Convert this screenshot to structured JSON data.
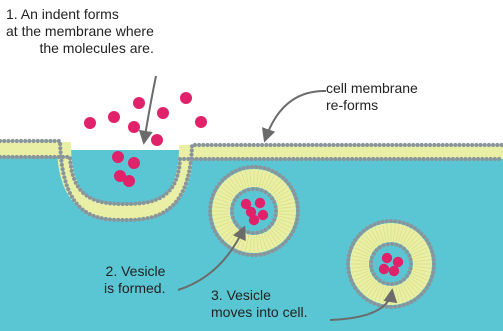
{
  "labels": {
    "indent": [
      "1. An indent forms",
      "at the membrane where",
      "the molecules are."
    ],
    "membrane_reforms": [
      "cell membrane",
      "re-forms"
    ],
    "vesicle_formed": [
      "2. Vesicle",
      "is formed."
    ],
    "vesicle_moves": [
      "3. Vesicle",
      "moves into cell."
    ]
  },
  "colors": {
    "cell_interior": "#5bc6d3",
    "lipid_tail": "#e9f0a6",
    "lipid_head": "#8a959b",
    "molecule": "#e0226a",
    "arrow": "#6b6b6b"
  }
}
